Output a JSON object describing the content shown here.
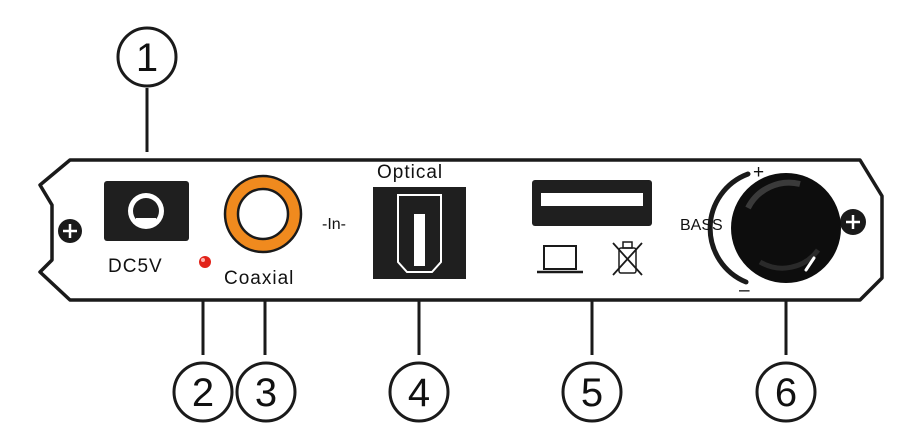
{
  "callouts": {
    "c1": "1",
    "c2": "2",
    "c3": "3",
    "c4": "4",
    "c5": "5",
    "c6": "6"
  },
  "labels": {
    "dc": "DC5V",
    "coaxial": "Coaxial",
    "input": "-In-",
    "optical": "Optical",
    "bass": "BASS",
    "plus": "+",
    "minus": "–"
  },
  "colors": {
    "led": "#e2231a",
    "coaxial_ring": "#f08a1e",
    "outline": "#1a1a1a"
  },
  "icons": {
    "usb_pc": "laptop-icon",
    "usb_no_storage": "no-usb-drive-icon"
  }
}
